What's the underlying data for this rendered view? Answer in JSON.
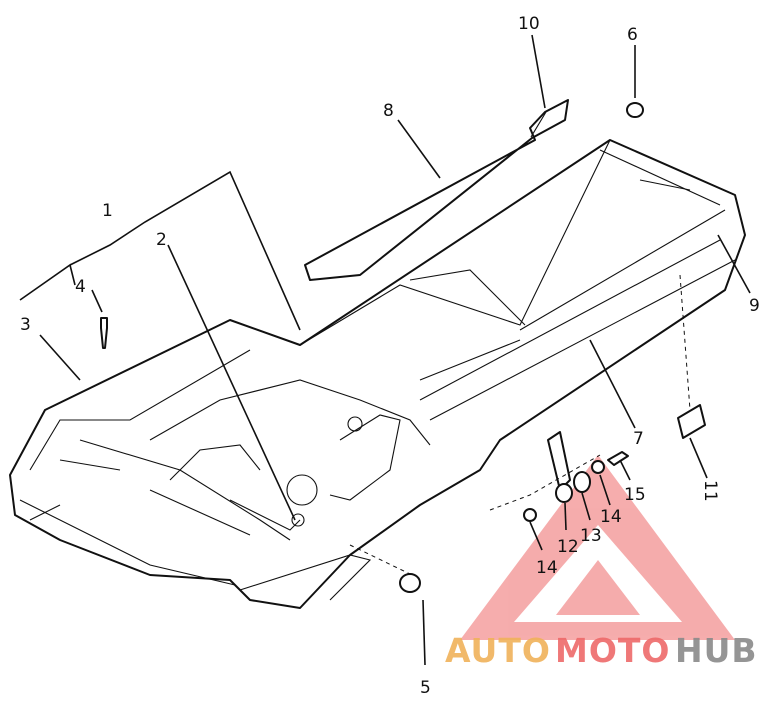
{
  "diagram": {
    "callouts": [
      {
        "id": "c1",
        "label": "1"
      },
      {
        "id": "c2",
        "label": "2"
      },
      {
        "id": "c3",
        "label": "3"
      },
      {
        "id": "c4",
        "label": "4"
      },
      {
        "id": "c5",
        "label": "5"
      },
      {
        "id": "c6",
        "label": "6"
      },
      {
        "id": "c7",
        "label": "7"
      },
      {
        "id": "c8",
        "label": "8"
      },
      {
        "id": "c9",
        "label": "9"
      },
      {
        "id": "c10",
        "label": "10"
      },
      {
        "id": "c11",
        "label": "11"
      },
      {
        "id": "c12",
        "label": "12"
      },
      {
        "id": "c13",
        "label": "13"
      },
      {
        "id": "c14a",
        "label": "14"
      },
      {
        "id": "c14b",
        "label": "14"
      },
      {
        "id": "c15",
        "label": "15"
      }
    ]
  },
  "watermark": {
    "part1": "AUTO",
    "part2": "MOTO",
    "part3": "HUB",
    "colors": {
      "orange": "#f0b25a",
      "red": "#ee6a6a",
      "gray": "#8a8a8a"
    }
  }
}
